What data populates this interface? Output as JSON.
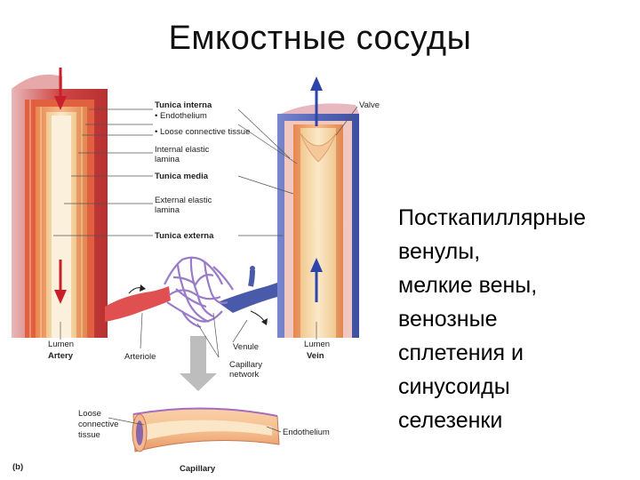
{
  "title": "Емкостные сосуды",
  "caption_lines": [
    "Посткапиллярные",
    "венулы,",
    "мелкие вены,",
    "венозные",
    "сплетения и",
    "синусоиды",
    "селезенки"
  ],
  "labels": {
    "tunica_interna": "Tunica interna",
    "endothelium_bullet": "• Endothelium",
    "loose_ct_bullet": "• Loose connective tissue",
    "internal_elastic_1": "Internal elastic",
    "internal_elastic_2": "lamina",
    "tunica_media": "Tunica media",
    "external_elastic_1": "External elastic",
    "external_elastic_2": "lamina",
    "tunica_externa": "Tunica externa",
    "valve": "Valve",
    "lumen_artery": "Lumen",
    "artery": "Artery",
    "arteriole": "Arteriole",
    "capillary_network_1": "Capillary",
    "capillary_network_2": "network",
    "venule": "Venule",
    "lumen_vein": "Lumen",
    "vein": "Vein",
    "loose_ct_1": "Loose",
    "loose_ct_2": "connective",
    "loose_ct_3": "tissue",
    "endothelium": "Endothelium",
    "capillary": "Capillary",
    "panel": "(b)"
  },
  "colors": {
    "artery_outer": "#d84a4a",
    "vein_outer": "#5566b8",
    "media": "#f4a070",
    "inner": "#f6d8a8",
    "capillary_net": "#9a7bc8",
    "arrow_red": "#c8202a",
    "arrow_blue": "#2d45a8"
  }
}
